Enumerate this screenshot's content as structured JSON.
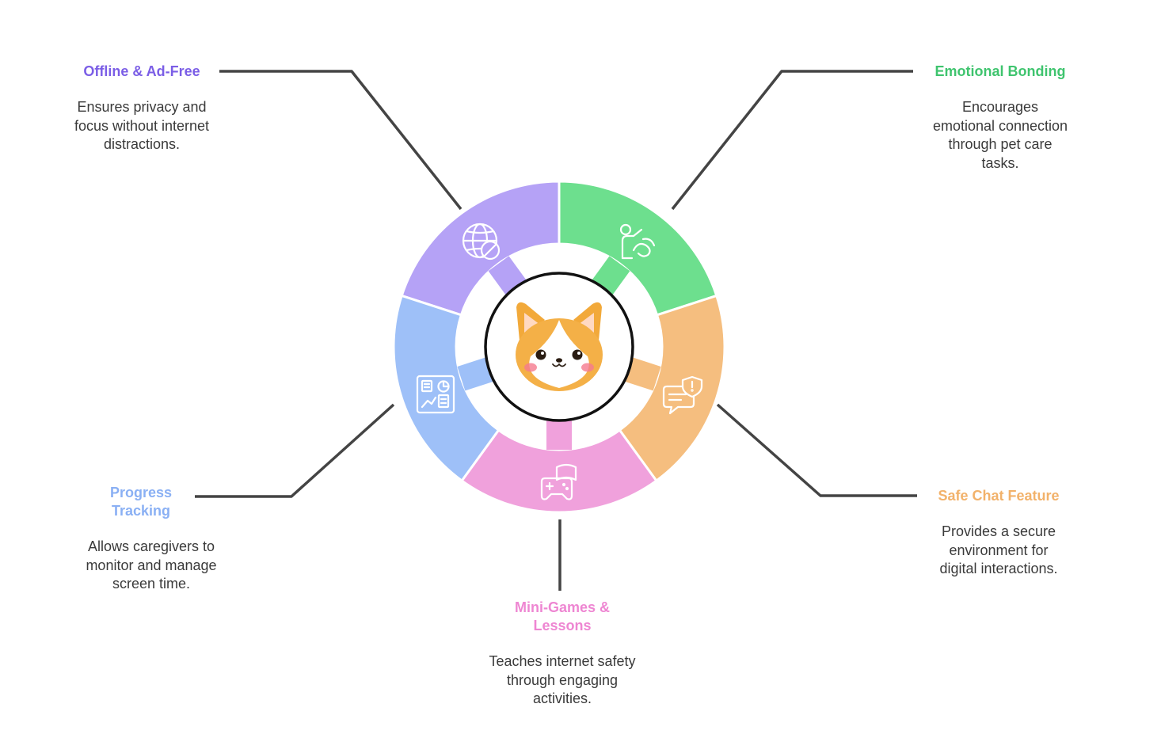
{
  "features": [
    {
      "id": "offline",
      "title": "Offline & Ad-Free",
      "description": "Ensures privacy and focus without internet distractions.",
      "color": "#b5a2f6",
      "title_color": "#7b5ee6",
      "icon": "globe-blocked-icon"
    },
    {
      "id": "emotional",
      "title": "Emotional Bonding",
      "description": "Encourages emotional connection through pet care tasks.",
      "color": "#6ddf8e",
      "title_color": "#3fc46e",
      "icon": "person-petting-icon"
    },
    {
      "id": "safechat",
      "title": "Safe Chat Feature",
      "description": "Provides a secure environment for digital interactions.",
      "color": "#f5be7f",
      "title_color": "#f2b26b",
      "icon": "chat-shield-icon"
    },
    {
      "id": "minigames",
      "title": "Mini-Games & Lessons",
      "description": "Teaches internet safety through engaging activities.",
      "color": "#f0a1dc",
      "title_color": "#ee86d2",
      "icon": "gamepad-book-icon"
    },
    {
      "id": "progress",
      "title": "Progress Tracking",
      "description": "Allows caregivers to monitor and manage screen time.",
      "color": "#9ec0f8",
      "title_color": "#8ab0f4",
      "icon": "dashboard-chart-icon"
    }
  ],
  "center": {
    "icon": "corgi-face-icon"
  },
  "colors": {
    "connector": "#444444",
    "ring_gap": "#ffffff",
    "center_border": "#111111"
  }
}
